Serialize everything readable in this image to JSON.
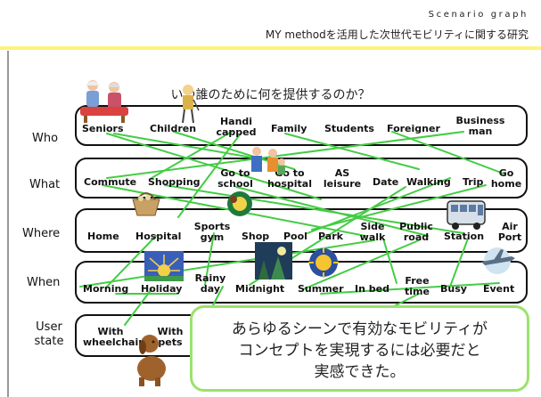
{
  "header": {
    "title": "Scenario graph",
    "subtitle": "MY methodを活用した次世代モビリティに関する研究"
  },
  "question": "いつ誰のために何を提供するのか？",
  "rows": {
    "who": {
      "label": "Who",
      "items": [
        "Seniors",
        "Children",
        "Handi capped",
        "Family",
        "Students",
        "Foreigner",
        "Business man"
      ]
    },
    "what": {
      "label": "What",
      "items": [
        "Commute",
        "Shopping",
        "Go to school",
        "Go to hospital",
        "AS leisure",
        "Date",
        "Walking",
        "Trip",
        "Go home"
      ]
    },
    "where": {
      "label": "Where",
      "items": [
        "Home",
        "Hospital",
        "Sports gym",
        "Shop",
        "Pool",
        "Park",
        "Side walk",
        "Public road",
        "Station",
        "Air Port"
      ]
    },
    "when": {
      "label": "When",
      "items": [
        "Morning",
        "Holiday",
        "Rainy day",
        "Midnight",
        "Summer",
        "In bed",
        "Free time",
        "Busy",
        "Event"
      ]
    },
    "user_state": {
      "label": "User state",
      "items": [
        "With wheelchair",
        "With pets"
      ]
    }
  },
  "callout": "あらゆるシーンで有効なモビリティがコンセプトを実現するには必要だと実感できた。",
  "colors": {
    "connector": "#44cc44",
    "callout_border": "#9be26c",
    "header_band": "#fff27a"
  }
}
